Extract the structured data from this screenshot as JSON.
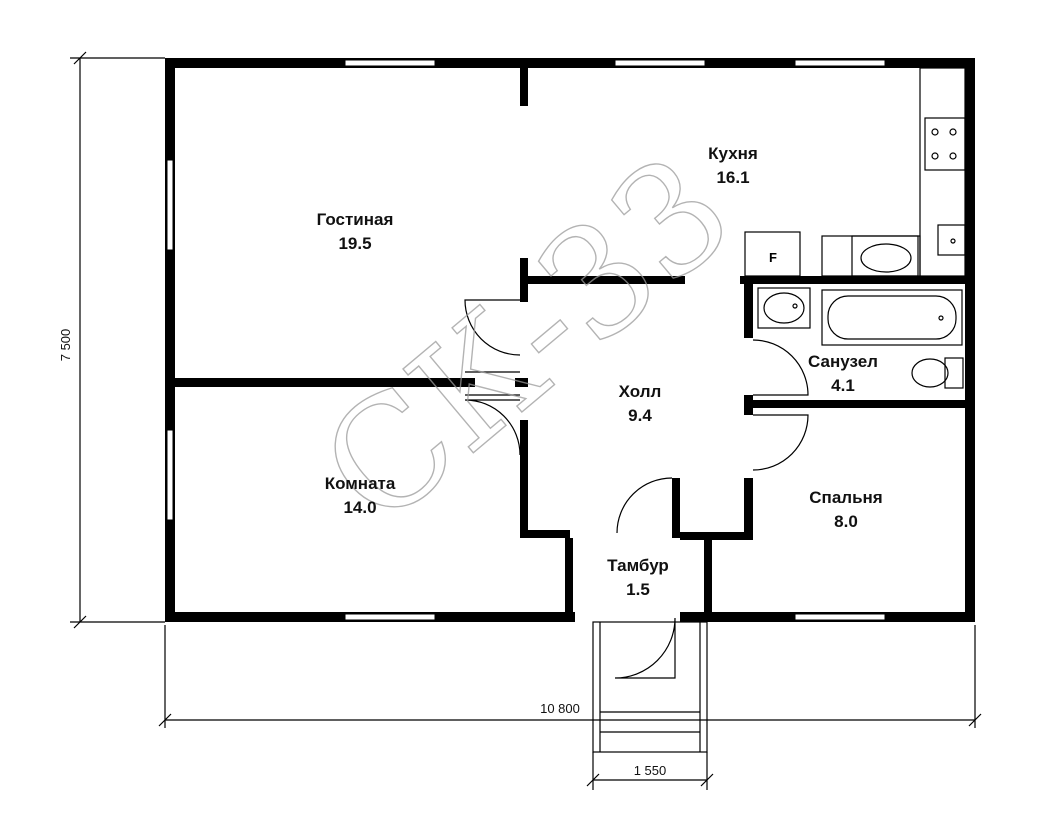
{
  "rooms": {
    "living": {
      "name": "Гостиная",
      "area": "19.5"
    },
    "kitchen": {
      "name": "Кухня",
      "area": "16.1"
    },
    "hall": {
      "name": "Холл",
      "area": "9.4"
    },
    "bathroom": {
      "name": "Санузел",
      "area": "4.1"
    },
    "room": {
      "name": "Комната",
      "area": "14.0"
    },
    "bedroom": {
      "name": "Спальня",
      "area": "8.0"
    },
    "vestibule": {
      "name": "Тамбур",
      "area": "1.5"
    }
  },
  "dimensions": {
    "height": "7 500",
    "width": "10 800",
    "porch": "1 550"
  },
  "fixtures": {
    "fridge_label": "F"
  },
  "watermark": "СК-33"
}
